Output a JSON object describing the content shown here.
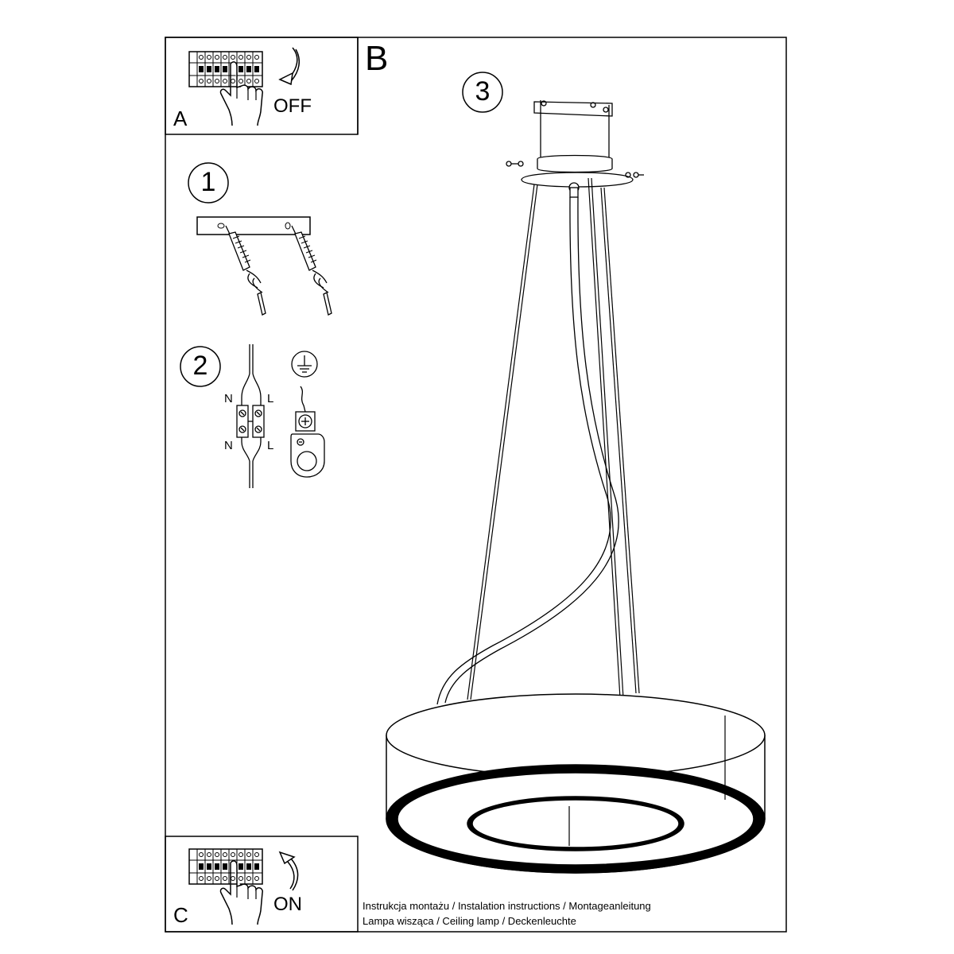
{
  "panels": {
    "a": {
      "letter": "A",
      "action": "OFF"
    },
    "b": {
      "letter": "B"
    },
    "c": {
      "letter": "C",
      "action": "ON"
    }
  },
  "steps": {
    "one": "1",
    "two": "2",
    "three": "3"
  },
  "wiring": {
    "n_top": "N",
    "l_top": "L",
    "n_bottom": "N",
    "l_bottom": "L"
  },
  "footer": {
    "line1": "Instrukcja montażu / Instalation instructions / Montageanleitung",
    "line2": "Lampa wisząca / Ceiling lamp / Deckenleuchte"
  },
  "icons": [
    "circuit-breaker-icon",
    "hand-icon",
    "arrow-down-icon",
    "arrow-up-icon",
    "ground-symbol-icon",
    "terminal-block-icon",
    "screw-icon",
    "wall-plug-icon"
  ]
}
